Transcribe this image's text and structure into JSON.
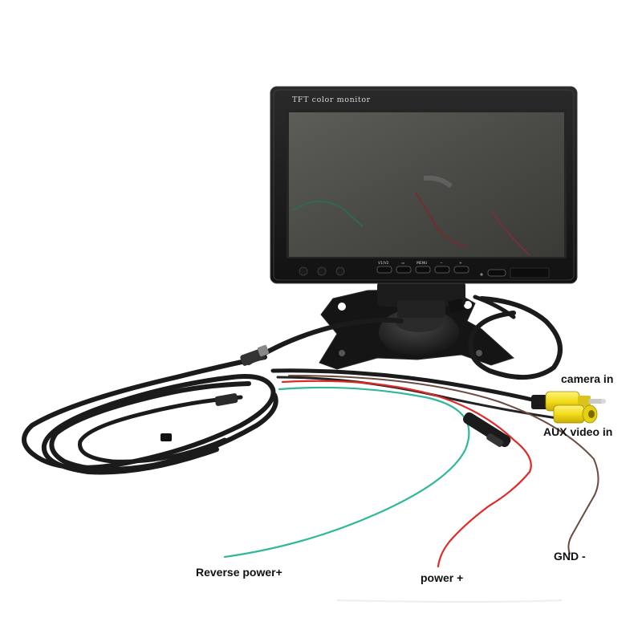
{
  "monitor": {
    "brand_text": "TFT color monitor",
    "buttons": [
      {
        "label": "V1/V2"
      },
      {
        "label": "▭"
      },
      {
        "label": "MENU"
      },
      {
        "label": "−"
      },
      {
        "label": "+"
      }
    ]
  },
  "labels": {
    "camera_in": "camera in",
    "aux_video_in": "AUX video in",
    "gnd": "GND -",
    "reverse_power": "Reverse power+",
    "power": "power +"
  },
  "colors": {
    "wire_green": "#2fb89a",
    "wire_red": "#e02a2a",
    "wire_brown": "#6b4a3f",
    "rca_yellow": "#f2dc1a",
    "cable_black": "#1b1b1b"
  }
}
